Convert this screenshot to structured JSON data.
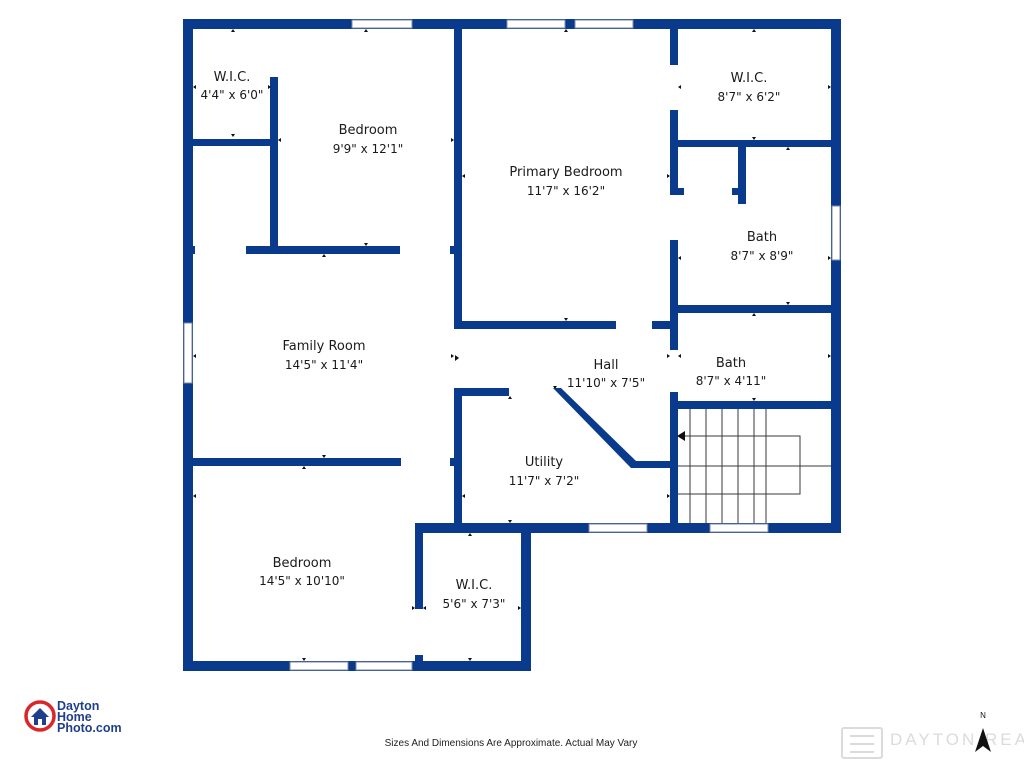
{
  "floor_plan": {
    "wall_color": "#0a3a8c",
    "rooms": [
      {
        "id": "wic-1",
        "name": "W.I.C.",
        "dimensions": "4'4\" x 6'0\""
      },
      {
        "id": "bedroom-1",
        "name": "Bedroom",
        "dimensions": "9'9\" x 12'1\""
      },
      {
        "id": "primary-bedroom",
        "name": "Primary Bedroom",
        "dimensions": "11'7\" x 16'2\""
      },
      {
        "id": "wic-2",
        "name": "W.I.C.",
        "dimensions": "8'7\" x 6'2\""
      },
      {
        "id": "bath-1",
        "name": "Bath",
        "dimensions": "8'7\" x 8'9\""
      },
      {
        "id": "family-room",
        "name": "Family Room",
        "dimensions": "14'5\" x 11'4\""
      },
      {
        "id": "hall",
        "name": "Hall",
        "dimensions": "11'10\" x 7'5\""
      },
      {
        "id": "bath-2",
        "name": "Bath",
        "dimensions": "8'7\" x 4'11\""
      },
      {
        "id": "utility",
        "name": "Utility",
        "dimensions": "11'7\" x 7'2\""
      },
      {
        "id": "bedroom-2",
        "name": "Bedroom",
        "dimensions": "14'5\" x 10'10\""
      },
      {
        "id": "wic-3",
        "name": "W.I.C.",
        "dimensions": "5'6\" x 7'3\""
      }
    ]
  },
  "footer": {
    "disclaimer": "Sizes And Dimensions Are Approximate. Actual May Vary"
  },
  "logo": {
    "line1": "Dayton",
    "line2": "Home",
    "line3": "Photo.com",
    "icon": "house-in-circle-icon",
    "colors": {
      "ring": "#d9262b",
      "text": "#1f3f8c"
    }
  },
  "compass": {
    "label": "N",
    "icon": "north-arrow-icon"
  },
  "watermark": {
    "text": "DAYTON REALTORS",
    "icon": "realtors-watermark-icon"
  }
}
